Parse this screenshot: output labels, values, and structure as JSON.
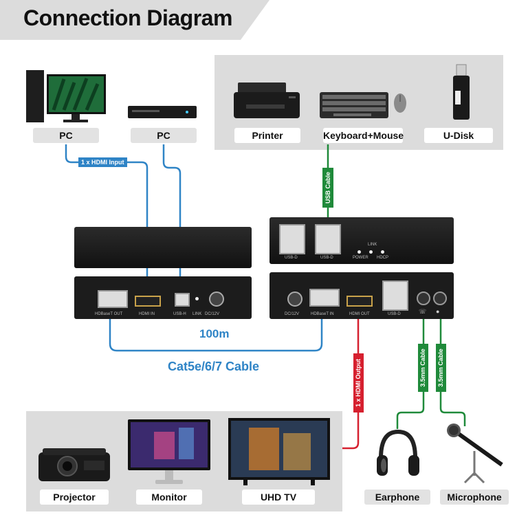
{
  "title": "Connection Diagram",
  "sources": [
    {
      "label": "PC",
      "icon": "desktop-pc-icon"
    },
    {
      "label": "PC",
      "icon": "dvd-player-icon"
    }
  ],
  "usb_devices": [
    {
      "label": "Printer",
      "icon": "printer-icon"
    },
    {
      "label": "Keyboard+Mouse",
      "icon": "keyboard-mouse-icon"
    },
    {
      "label": "U-Disk",
      "icon": "usb-disk-icon"
    }
  ],
  "displays": [
    {
      "label": "Projector",
      "icon": "projector-icon"
    },
    {
      "label": "Monitor",
      "icon": "monitor-icon"
    },
    {
      "label": "UHD TV",
      "icon": "tv-icon"
    }
  ],
  "audio": [
    {
      "label": "Earphone",
      "icon": "headphones-icon"
    },
    {
      "label": "Microphone",
      "icon": "microphone-icon"
    }
  ],
  "cables": {
    "hdmi_input": "1 x HDMI Input",
    "usb": "USB Cable",
    "hdmi_output": "1 x HDMI Output",
    "audio_1": "3.5mm Cable",
    "audio_2": "3.5mm Cable",
    "distance": "100m",
    "cat": "Cat5e/6/7 Cable"
  },
  "tx_ports": {
    "hdbaset_out": "HDBaseT OUT",
    "hdmi_in": "HDMI IN",
    "usb_h": "USB-H",
    "link": "LINK",
    "dc": "DC/12V"
  },
  "rx_ports": {
    "dc": "DC/12V",
    "hdbaset_in": "HDBaseT IN",
    "hdmi_out": "HDMI OUT",
    "usb_d": "USB-D"
  },
  "rx_top": {
    "usb_d_1": "USB-D",
    "usb_d_2": "USB-D",
    "link": "LINK",
    "power": "POWER",
    "hdcp": "HDCP"
  },
  "colors": {
    "hdmi_input_cable": "#2f84c6",
    "usb_cable": "#1f8a3a",
    "hdmi_output_cable": "#d6202f",
    "audio_cable": "#1f8a3a",
    "cat_cable": "#2f84c6"
  }
}
